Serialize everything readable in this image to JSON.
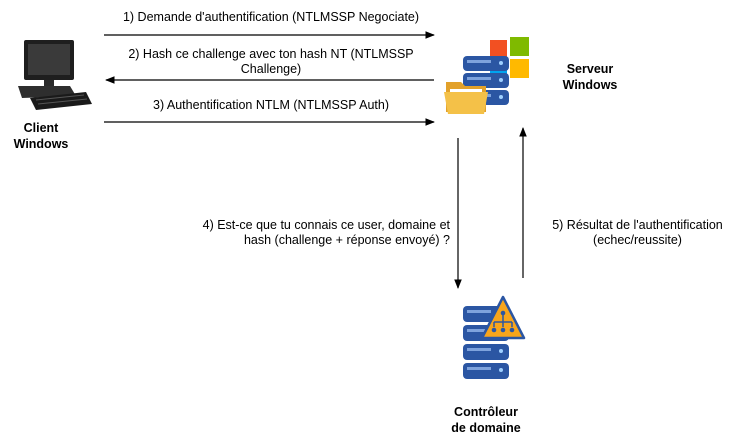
{
  "nodes": {
    "client": {
      "line1": "Client",
      "line2": "Windows"
    },
    "server": {
      "line1": "Serveur",
      "line2": "Windows"
    },
    "dc": {
      "line1": "Contrôleur",
      "line2": "de domaine"
    }
  },
  "steps": {
    "s1": {
      "line1": "1) Demande d'authentification (NTLMSSP Negociate)"
    },
    "s2": {
      "line1": "2) Hash ce challenge avec ton hash NT (NTLMSSP",
      "line2": "Challenge)"
    },
    "s3": {
      "line1": "3) Authentification NTLM (NTLMSSP Auth)"
    },
    "s4": {
      "line1": "4) Est-ce que tu connais ce user, domaine et",
      "line2": "hash (challenge + réponse envoyé) ?"
    },
    "s5": {
      "line1": "5) Résultat de l'authentification",
      "line2": "(echec/reussite)"
    }
  },
  "colors": {
    "windows_red": "#f25022",
    "windows_green": "#7fba00",
    "windows_blue": "#00a4ef",
    "windows_yellow": "#ffb900",
    "server_blue": "#2b56a3",
    "warning_orange": "#f7a51c"
  }
}
